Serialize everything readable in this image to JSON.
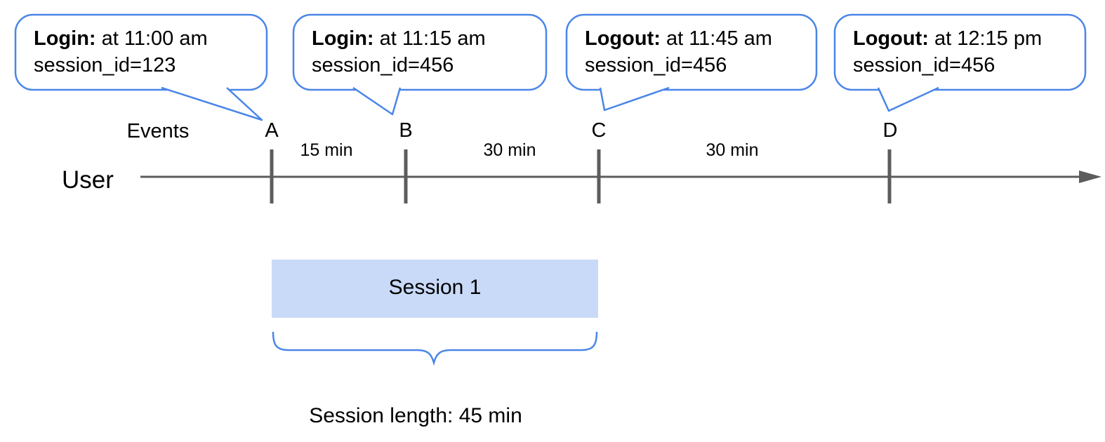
{
  "callouts": [
    {
      "label": "Login:",
      "rest": "at 11:00 am",
      "detail": "session_id=123"
    },
    {
      "label": "Login:",
      "rest": "at 11:15 am",
      "detail": "session_id=456"
    },
    {
      "label": "Logout:",
      "rest": "at 11:45 am",
      "detail": "session_id=456"
    },
    {
      "label": "Logout:",
      "rest": "at 12:15 pm",
      "detail": "session_id=456"
    }
  ],
  "timeline": {
    "axis_label": "User",
    "events_label": "Events",
    "events": [
      "A",
      "B",
      "C",
      "D"
    ],
    "intervals": [
      "15 min",
      "30 min",
      "30 min"
    ]
  },
  "session": {
    "box_label": "Session 1",
    "length_label": "Session length: 45 min"
  },
  "colors": {
    "accent_blue": "#4a86e8",
    "session_fill": "#c9daf8",
    "axis_gray": "#5c5c5c"
  }
}
